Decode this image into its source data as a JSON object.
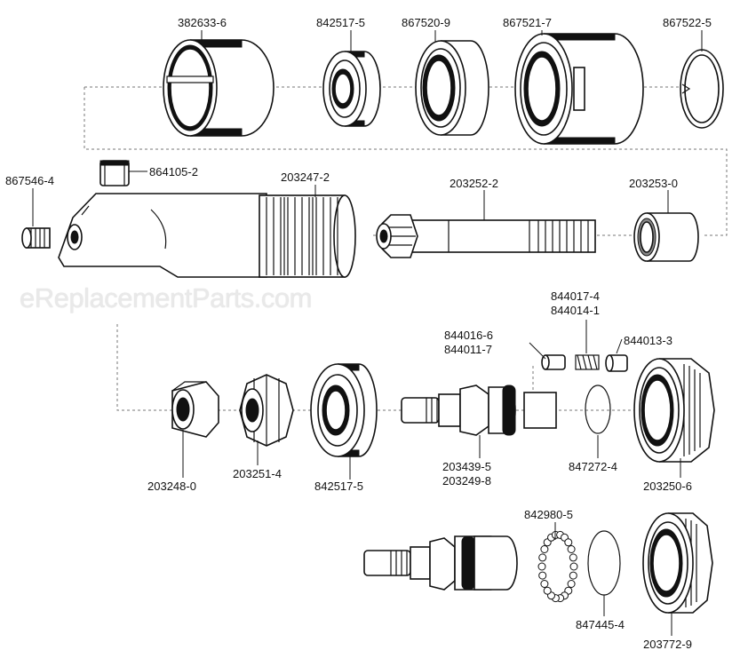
{
  "watermark": "eReplacementParts.com",
  "labels": {
    "p382633_6": "382633-6",
    "p842517_5_top": "842517-5",
    "p867520_9": "867520-9",
    "p867521_7": "867521-7",
    "p867522_5": "867522-5",
    "p867546_4": "867546-4",
    "p864105_2": "864105-2",
    "p203247_2": "203247-2",
    "p203252_2": "203252-2",
    "p203253_0": "203253-0",
    "p844017_4": "844017-4",
    "p844014_1": "844014-1",
    "p844016_6": "844016-6",
    "p844011_7": "844011-7",
    "p844013_3": "844013-3",
    "p203248_0": "203248-0",
    "p203251_4": "203251-4",
    "p842517_5_mid": "842517-5",
    "p203439_5": "203439-5",
    "p203249_8": "203249-8",
    "p847272_4": "847272-4",
    "p203250_6": "203250-6",
    "p842980_5": "842980-5",
    "p847445_4": "847445-4",
    "p203772_9": "203772-9"
  }
}
